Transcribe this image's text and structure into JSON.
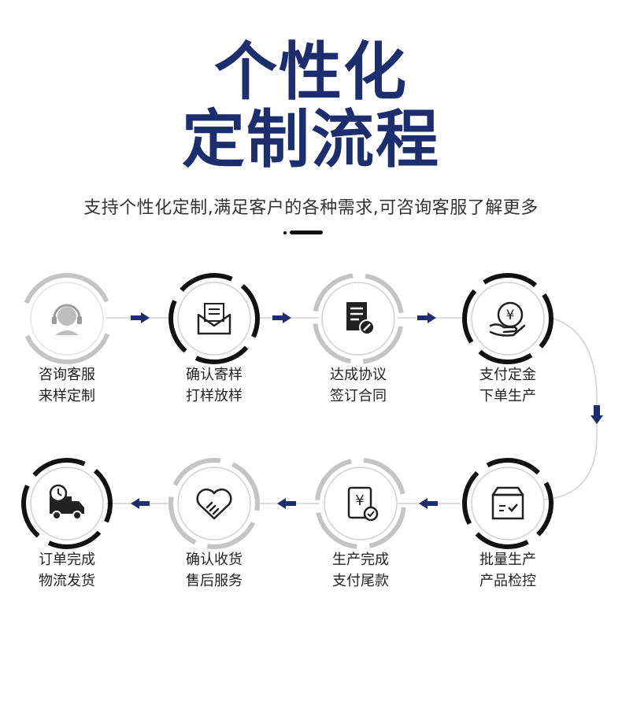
{
  "title_line1": "个性化",
  "title_line2": "定制流程",
  "subtitle": "支持个性化定制,满足客户的各种需求,可咨询客服了解更多",
  "colors": {
    "title": "#1d2e6e",
    "arrow": "#1d2e6e",
    "ring_dark": "#111111",
    "ring_light": "#bbbbbb"
  },
  "steps": [
    {
      "line1": "咨询客服",
      "line2": "来样定制",
      "icon": "headset-icon"
    },
    {
      "line1": "确认寄样",
      "line2": "打样放样",
      "icon": "envelope-icon"
    },
    {
      "line1": "达成协议",
      "line2": "签订合同",
      "icon": "contract-icon"
    },
    {
      "line1": "支付定金",
      "line2": "下单生产",
      "icon": "yuan-coin-hand-icon"
    },
    {
      "line1": "批量生产",
      "line2": "产品检控",
      "icon": "box-check-icon"
    },
    {
      "line1": "生产完成",
      "line2": "支付尾款",
      "icon": "yuan-receipt-icon"
    },
    {
      "line1": "确认收货",
      "line2": "售后服务",
      "icon": "handshake-icon"
    },
    {
      "line1": "订单完成",
      "line2": "物流发货",
      "icon": "delivery-truck-icon"
    }
  ]
}
